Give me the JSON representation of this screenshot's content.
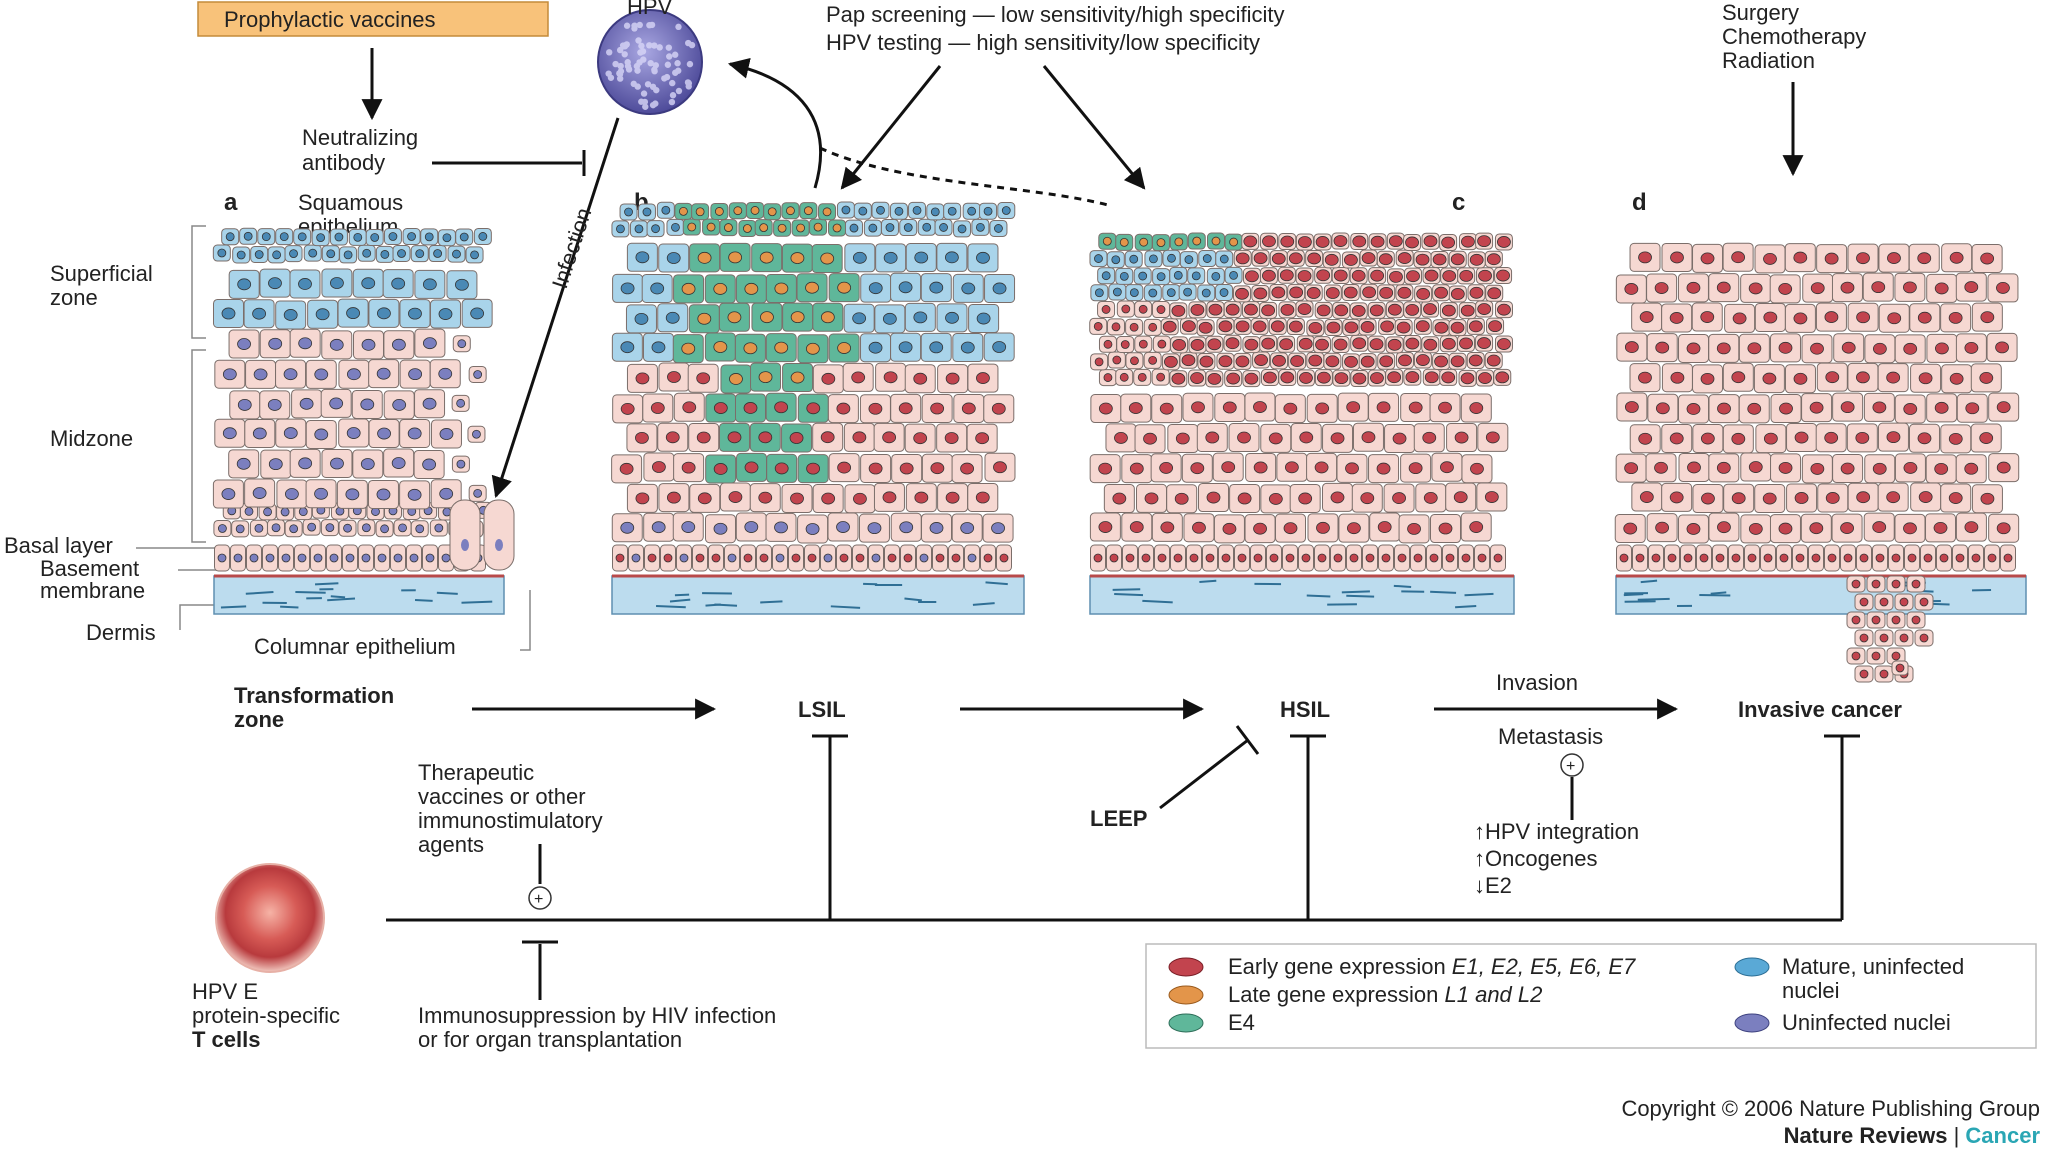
{
  "top": {
    "prophylactic_vaccines": "Prophylactic vaccines",
    "hpv": "HPV",
    "pap_screening": "Pap screening — low sensitivity/high specificity",
    "hpv_testing": "HPV testing — high sensitivity/low specificity",
    "treatment": [
      "Surgery",
      "Chemotherapy",
      "Radiation"
    ],
    "neutralizing_antibody": [
      "Neutralizing",
      "antibody"
    ],
    "infection": "Infection"
  },
  "panels": {
    "a": "a",
    "b": "b",
    "c": "c",
    "d": "d"
  },
  "layers": {
    "squamous_epithelium": [
      "Squamous",
      "epithelium"
    ],
    "superficial_zone": [
      "Superficial",
      "zone"
    ],
    "midzone": "Midzone",
    "basal_layer": "Basal layer",
    "basement_membrane": [
      "Basement",
      "membrane"
    ],
    "dermis": "Dermis",
    "columnar_epithelium": "Columnar epithelium"
  },
  "progression": {
    "transformation_zone": [
      "Transformation",
      "zone"
    ],
    "lsil": "LSIL",
    "hsil": "HSIL",
    "invasion": "Invasion",
    "metastasis": "Metastasis",
    "invasive_cancer": "Invasive cancer",
    "leep": "LEEP",
    "therapeutic": [
      "Therapeutic",
      "vaccines or other",
      "immunostimulatory",
      "agents"
    ],
    "hpv_integration": "↑HPV integration",
    "oncogenes": "↑Oncogenes",
    "e2": "↓E2",
    "plus": "+",
    "tcells": [
      "HPV E",
      "protein-specific",
      "T cells"
    ],
    "immunosuppression": [
      "Immunosuppression by HIV infection",
      "or for organ transplantation"
    ]
  },
  "legend": {
    "early_prefix": "Early gene expression ",
    "early_genes": "E1, E2, E5, E6, E7",
    "late_prefix": "Late gene expression ",
    "late_genes": "L1 and L2",
    "e4": "E4",
    "mature": [
      "Mature, uninfected",
      "nuclei"
    ],
    "uninfected": "Uninfected nuclei"
  },
  "credits": {
    "copyright": "Copyright © 2006 Nature Publishing Group",
    "journal": "Nature Reviews",
    "separator": " | ",
    "section": "Cancer"
  },
  "colors": {
    "early_nucleus": "#c2444e",
    "late_nucleus": "#e3954a",
    "e4_cell": "#5fb79a",
    "mature_cell": "#a9d4ea",
    "uninfected_nucleus": "#7b7fbf",
    "squamous_cell": "#f6d8d2",
    "dermis": "#bcdcee",
    "accent_cyan": "#2aa6b4",
    "prophylactic_box": "#f8c27a"
  }
}
